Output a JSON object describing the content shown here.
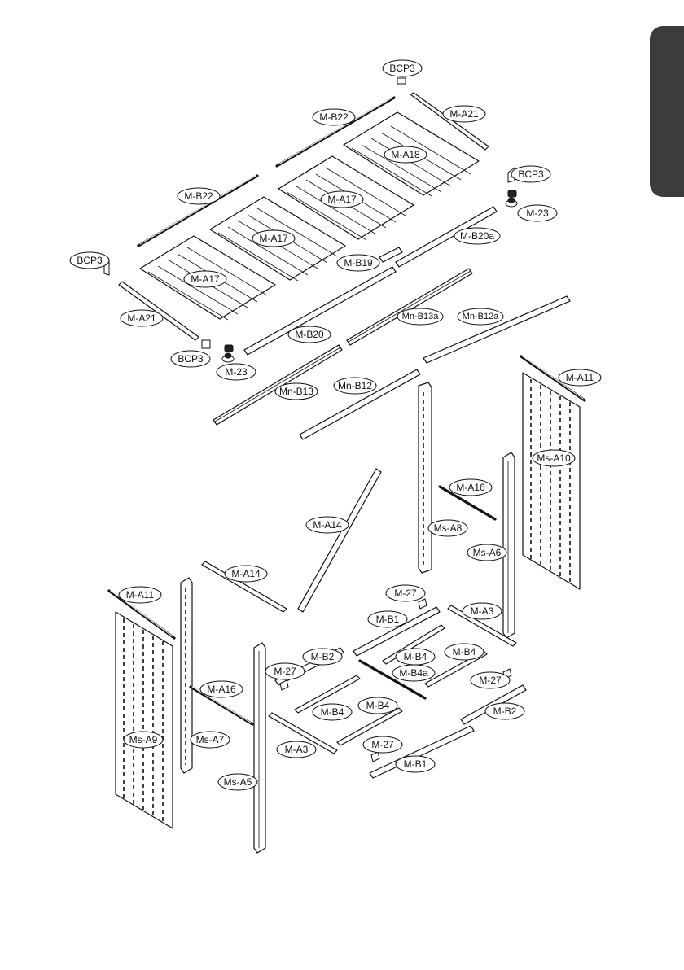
{
  "callouts": [
    {
      "id": "bcp3-top",
      "label": "BCP3"
    },
    {
      "id": "ma21-top",
      "label": "M-A21"
    },
    {
      "id": "mb22-top",
      "label": "M-B22"
    },
    {
      "id": "ma18",
      "label": "M-A18"
    },
    {
      "id": "bcp3-right",
      "label": "BCP3"
    },
    {
      "id": "m23-top",
      "label": "M-23"
    },
    {
      "id": "mb22-left",
      "label": "M-B22"
    },
    {
      "id": "ma17-c",
      "label": "M-A17"
    },
    {
      "id": "mb20a",
      "label": "M-B20a"
    },
    {
      "id": "ma17-b",
      "label": "M-A17"
    },
    {
      "id": "bcp3-left",
      "label": "BCP3"
    },
    {
      "id": "mb19",
      "label": "M-B19"
    },
    {
      "id": "ma17-a",
      "label": "M-A17"
    },
    {
      "id": "mnb13a",
      "label": "Mn-B13a"
    },
    {
      "id": "mnb12a",
      "label": "Mn-B12a"
    },
    {
      "id": "ma21-left",
      "label": "M-A21"
    },
    {
      "id": "mb20",
      "label": "M-B20"
    },
    {
      "id": "bcp3-bottom",
      "label": "BCP3"
    },
    {
      "id": "m23-bottom",
      "label": "M-23"
    },
    {
      "id": "ma11-right",
      "label": "M-A11"
    },
    {
      "id": "mnb12",
      "label": "Mn-B12"
    },
    {
      "id": "mnb13",
      "label": "Mn-B13"
    },
    {
      "id": "msa10",
      "label": "Ms-A10"
    },
    {
      "id": "ma16-right",
      "label": "M-A16"
    },
    {
      "id": "ma14-diag",
      "label": "M-A14"
    },
    {
      "id": "msa8",
      "label": "Ms-A8"
    },
    {
      "id": "msa6",
      "label": "Ms-A6"
    },
    {
      "id": "ma14-left",
      "label": "M-A14"
    },
    {
      "id": "m27-top",
      "label": "M-27"
    },
    {
      "id": "ma11-left",
      "label": "M-A11"
    },
    {
      "id": "ma3-right",
      "label": "M-A3"
    },
    {
      "id": "mb1-top",
      "label": "M-B1"
    },
    {
      "id": "mb4-right",
      "label": "M-B4"
    },
    {
      "id": "mb2-left",
      "label": "M-B2"
    },
    {
      "id": "mb4-center",
      "label": "M-B4"
    },
    {
      "id": "m27-left",
      "label": "M-27"
    },
    {
      "id": "mb4a",
      "label": "M-B4a"
    },
    {
      "id": "m27-right",
      "label": "M-27"
    },
    {
      "id": "ma16-left",
      "label": "M-A16"
    },
    {
      "id": "mb4-mid",
      "label": "M-B4"
    },
    {
      "id": "mb4-left",
      "label": "M-B4"
    },
    {
      "id": "mb2-right",
      "label": "M-B2"
    },
    {
      "id": "msa9",
      "label": "Ms-A9"
    },
    {
      "id": "msa7",
      "label": "Ms-A7"
    },
    {
      "id": "ma3-left",
      "label": "M-A3"
    },
    {
      "id": "m27-bottom",
      "label": "M-27"
    },
    {
      "id": "mb1-bottom",
      "label": "M-B1"
    },
    {
      "id": "msa5",
      "label": "Ms-A5"
    }
  ]
}
